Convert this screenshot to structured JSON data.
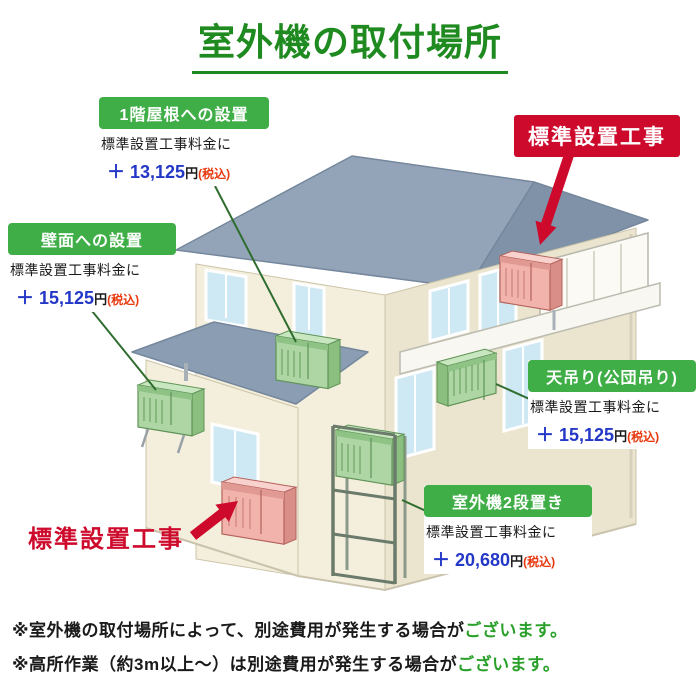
{
  "page": {
    "title": "室外機の取付場所"
  },
  "colors": {
    "title_green": "#1f8a1f",
    "header_green": "#3fae46",
    "price_blue": "#2438c8",
    "tax_red": "#e8380d",
    "badge_red": "#ce0a2c",
    "note_green": "#2aa02a",
    "roof_gray": "#93a4b8",
    "wall_cream": "#f4efdc",
    "unit_green": "#aed6a4",
    "unit_pink": "#f2b3ad"
  },
  "callouts": {
    "roof1f": {
      "header": "1階屋根への設置",
      "line": "標準設置工事料金に",
      "price_plus": "＋ 13,125",
      "price_unit": "円",
      "price_tax": "(税込)"
    },
    "wall": {
      "header": "壁面への設置",
      "line": "標準設置工事料金に",
      "price_plus": "＋ 15,125",
      "price_unit": "円",
      "price_tax": "(税込)"
    },
    "ceiling": {
      "header": "天吊り(公団吊り)",
      "line": "標準設置工事料金に",
      "price_plus": "＋ 15,125",
      "price_unit": "円",
      "price_tax": "(税込)"
    },
    "two_tier": {
      "header": "室外機2段置き",
      "line": "標準設置工事料金に",
      "price_plus": "＋ 20,680",
      "price_unit": "円",
      "price_tax": "(税込)"
    },
    "standard_top": {
      "label": "標準設置工事"
    },
    "standard_bottom": {
      "label": "標準設置工事"
    }
  },
  "notes": [
    {
      "black": "※室外機の取付場所によって、別途費用が発生する場合が",
      "green": "ございます。"
    },
    {
      "black": "※高所作業（約3m以上〜）は別途費用が発生する場合が",
      "green": "ございます。"
    }
  ]
}
